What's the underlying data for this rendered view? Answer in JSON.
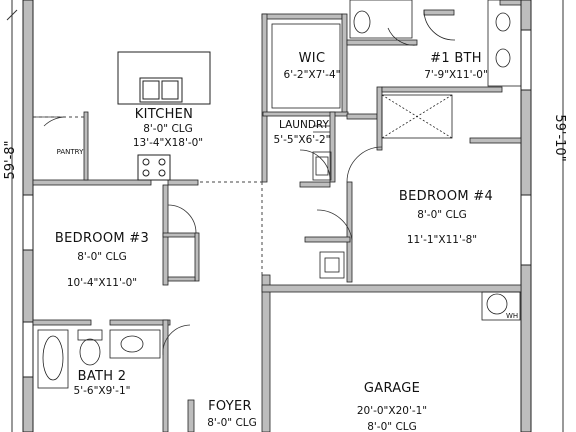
{
  "dimensions": {
    "left": "59'-8\"",
    "right": "59'-10\""
  },
  "rooms": {
    "kitchen": {
      "name": "KITCHEN",
      "ceiling": "8'-0\" CLG",
      "size": "13'-4\"X18'-0\""
    },
    "pantry": {
      "name": "PANTRY"
    },
    "wic": {
      "name": "WIC",
      "size": "6'-2\"X7'-4\""
    },
    "bath1": {
      "name": "#1 BTH",
      "size": "7'-9\"X11'-0\""
    },
    "laundry": {
      "name": "LAUNDRY",
      "size": "5'-5\"X6'-2\""
    },
    "bedroom4": {
      "name": "BEDROOM #4",
      "ceiling": "8'-0\" CLG",
      "size": "11'-1\"X11'-8\""
    },
    "bedroom3": {
      "name": "BEDROOM #3",
      "ceiling": "8'-0\" CLG",
      "size": "10'-4\"X11'-0\""
    },
    "bath2": {
      "name": "BATH 2",
      "size": "5'-6\"X9'-1\""
    },
    "foyer": {
      "name": "FOYER",
      "ceiling": "8'-0\" CLG"
    },
    "garage": {
      "name": "GARAGE",
      "ceiling": "8'-0\" CLG",
      "size": "20'-0\"X20'-1\""
    }
  },
  "fixtures": {
    "water_heater": "WH"
  }
}
